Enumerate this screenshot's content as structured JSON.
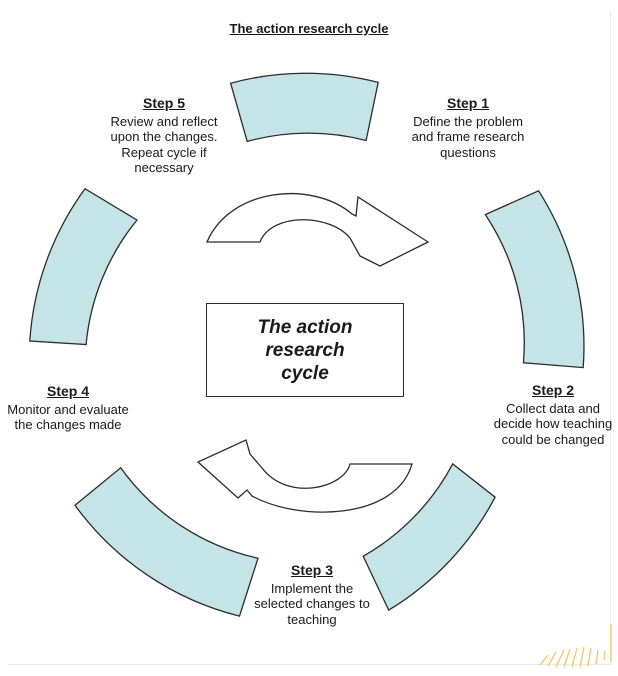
{
  "diagram": {
    "title": "The action research cycle",
    "center_label": "The action\nresearch\ncycle",
    "steps": [
      {
        "heading": "Step 1",
        "text": "Define the problem and frame research questions"
      },
      {
        "heading": "Step 2",
        "text": "Collect data and decide how teaching could be changed"
      },
      {
        "heading": "Step 3",
        "text": "Implement the selected changes to teaching"
      },
      {
        "heading": "Step 4",
        "text": "Monitor and evaluate the changes made"
      },
      {
        "heading": "Step 5",
        "text": "Review and reflect upon the changes. Repeat cycle if necessary"
      }
    ],
    "colors": {
      "segment_fill": "#c5e4e7",
      "stroke": "#2b2b2b",
      "accent_hatch": "#f2c35a"
    }
  }
}
